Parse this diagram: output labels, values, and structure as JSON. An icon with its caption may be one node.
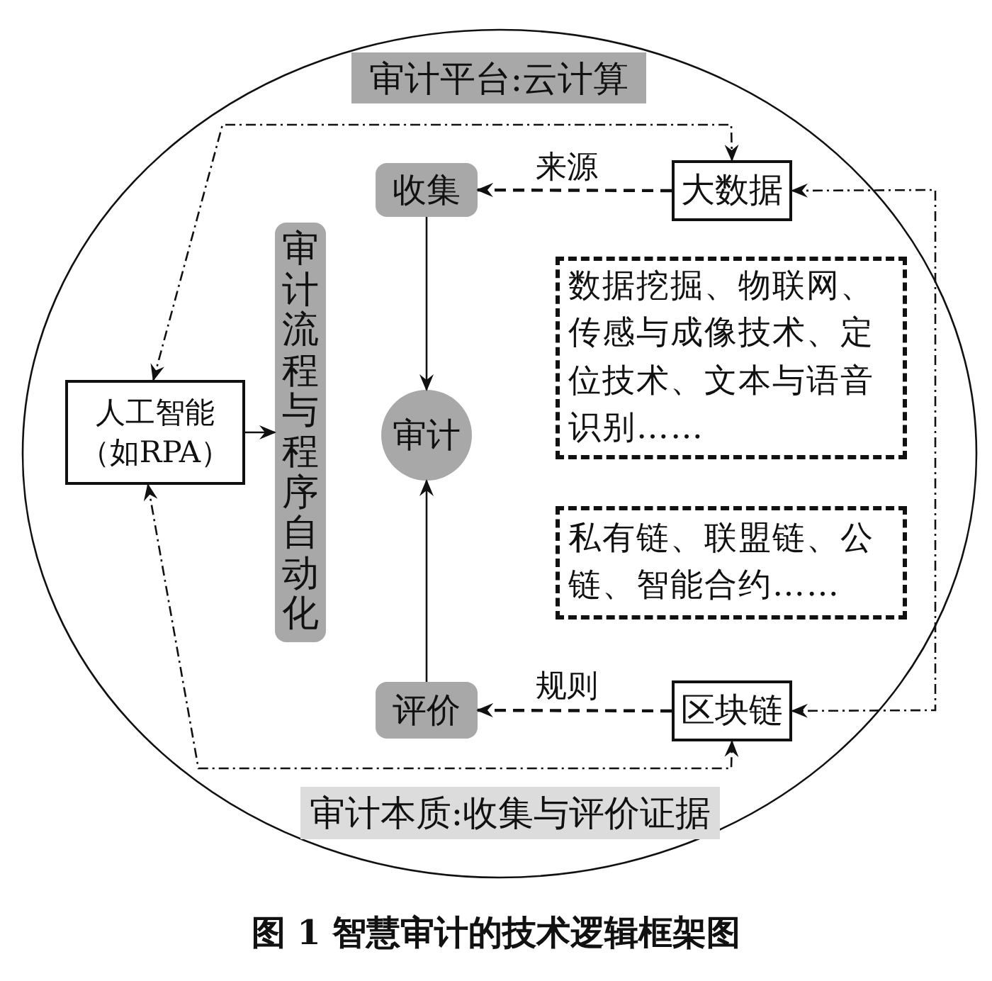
{
  "diagram": {
    "caption": "图 1 智慧审计的技术逻辑框架图",
    "nodes": [
      {
        "text": [],
        "shape": "circle"
      },
      {
        "text": [
          "审计平台:云计算"
        ],
        "in": 0
      },
      {
        "text": [
          "收集"
        ],
        "in": 0
      },
      {
        "text": [
          "大数据"
        ],
        "in": 0
      },
      {
        "text": [
          "审计流程与程序自动化"
        ],
        "in": 0
      },
      {
        "text": [
          "人工智能（如RPA）"
        ],
        "in": 0
      },
      {
        "text": [
          "审计"
        ],
        "in": 0
      },
      {
        "text": [
          "数据挖掘、物联网、传感与成像技术、定位技术、文本与语音识别……"
        ],
        "in": 0
      },
      {
        "text": [
          "私有链、联盟链、公链、智能合约……"
        ],
        "in": 0
      },
      {
        "text": [
          "评价"
        ],
        "in": 0
      },
      {
        "text": [
          "区块链"
        ],
        "in": 0
      },
      {
        "text": [
          "审计本质:收集与评价证据"
        ],
        "in": 0
      }
    ],
    "edges": [
      {
        "from": 3,
        "to": 2,
        "arrow": "to",
        "label": "来源",
        "style": "dashed"
      },
      {
        "from": 10,
        "to": 9,
        "arrow": "to",
        "label": "规则",
        "style": "dashed"
      },
      {
        "from": 2,
        "to": 6,
        "arrow": "to"
      },
      {
        "from": 9,
        "to": 6,
        "arrow": "to"
      },
      {
        "from": 5,
        "to": 4,
        "arrow": "to"
      },
      {
        "from": 5,
        "to": 3,
        "arrow": "both",
        "style": "dashed"
      },
      {
        "from": 5,
        "to": 10,
        "arrow": "both",
        "style": "dashed"
      },
      {
        "from": 3,
        "to": 10,
        "arrow": "both",
        "style": "dashed"
      }
    ]
  }
}
